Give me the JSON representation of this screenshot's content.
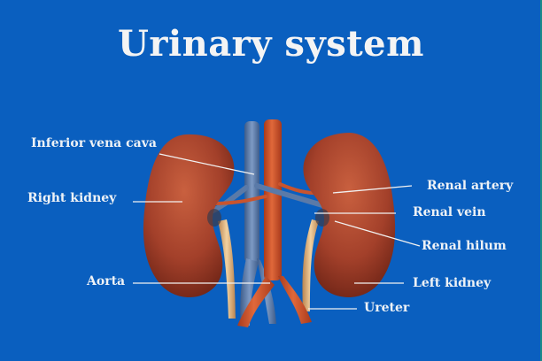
{
  "title": "Urinary system",
  "colors": {
    "background": "#0a5fbf",
    "kidney": "#a8432a",
    "artery": "#d0522a",
    "vein": "#5a7aa8",
    "ureter": "#e2b27a",
    "label_text": "#eef2f6",
    "leader_line": "#f2f2f2"
  },
  "labels": {
    "inferior_vena_cava": "Inferior vena cava",
    "right_kidney": "Right kidney",
    "aorta": "Aorta",
    "renal_artery": "Renal artery",
    "renal_vein": "Renal vein",
    "renal_hilum": "Renal hilum",
    "left_kidney": "Left kidney",
    "ureter": "Ureter"
  }
}
